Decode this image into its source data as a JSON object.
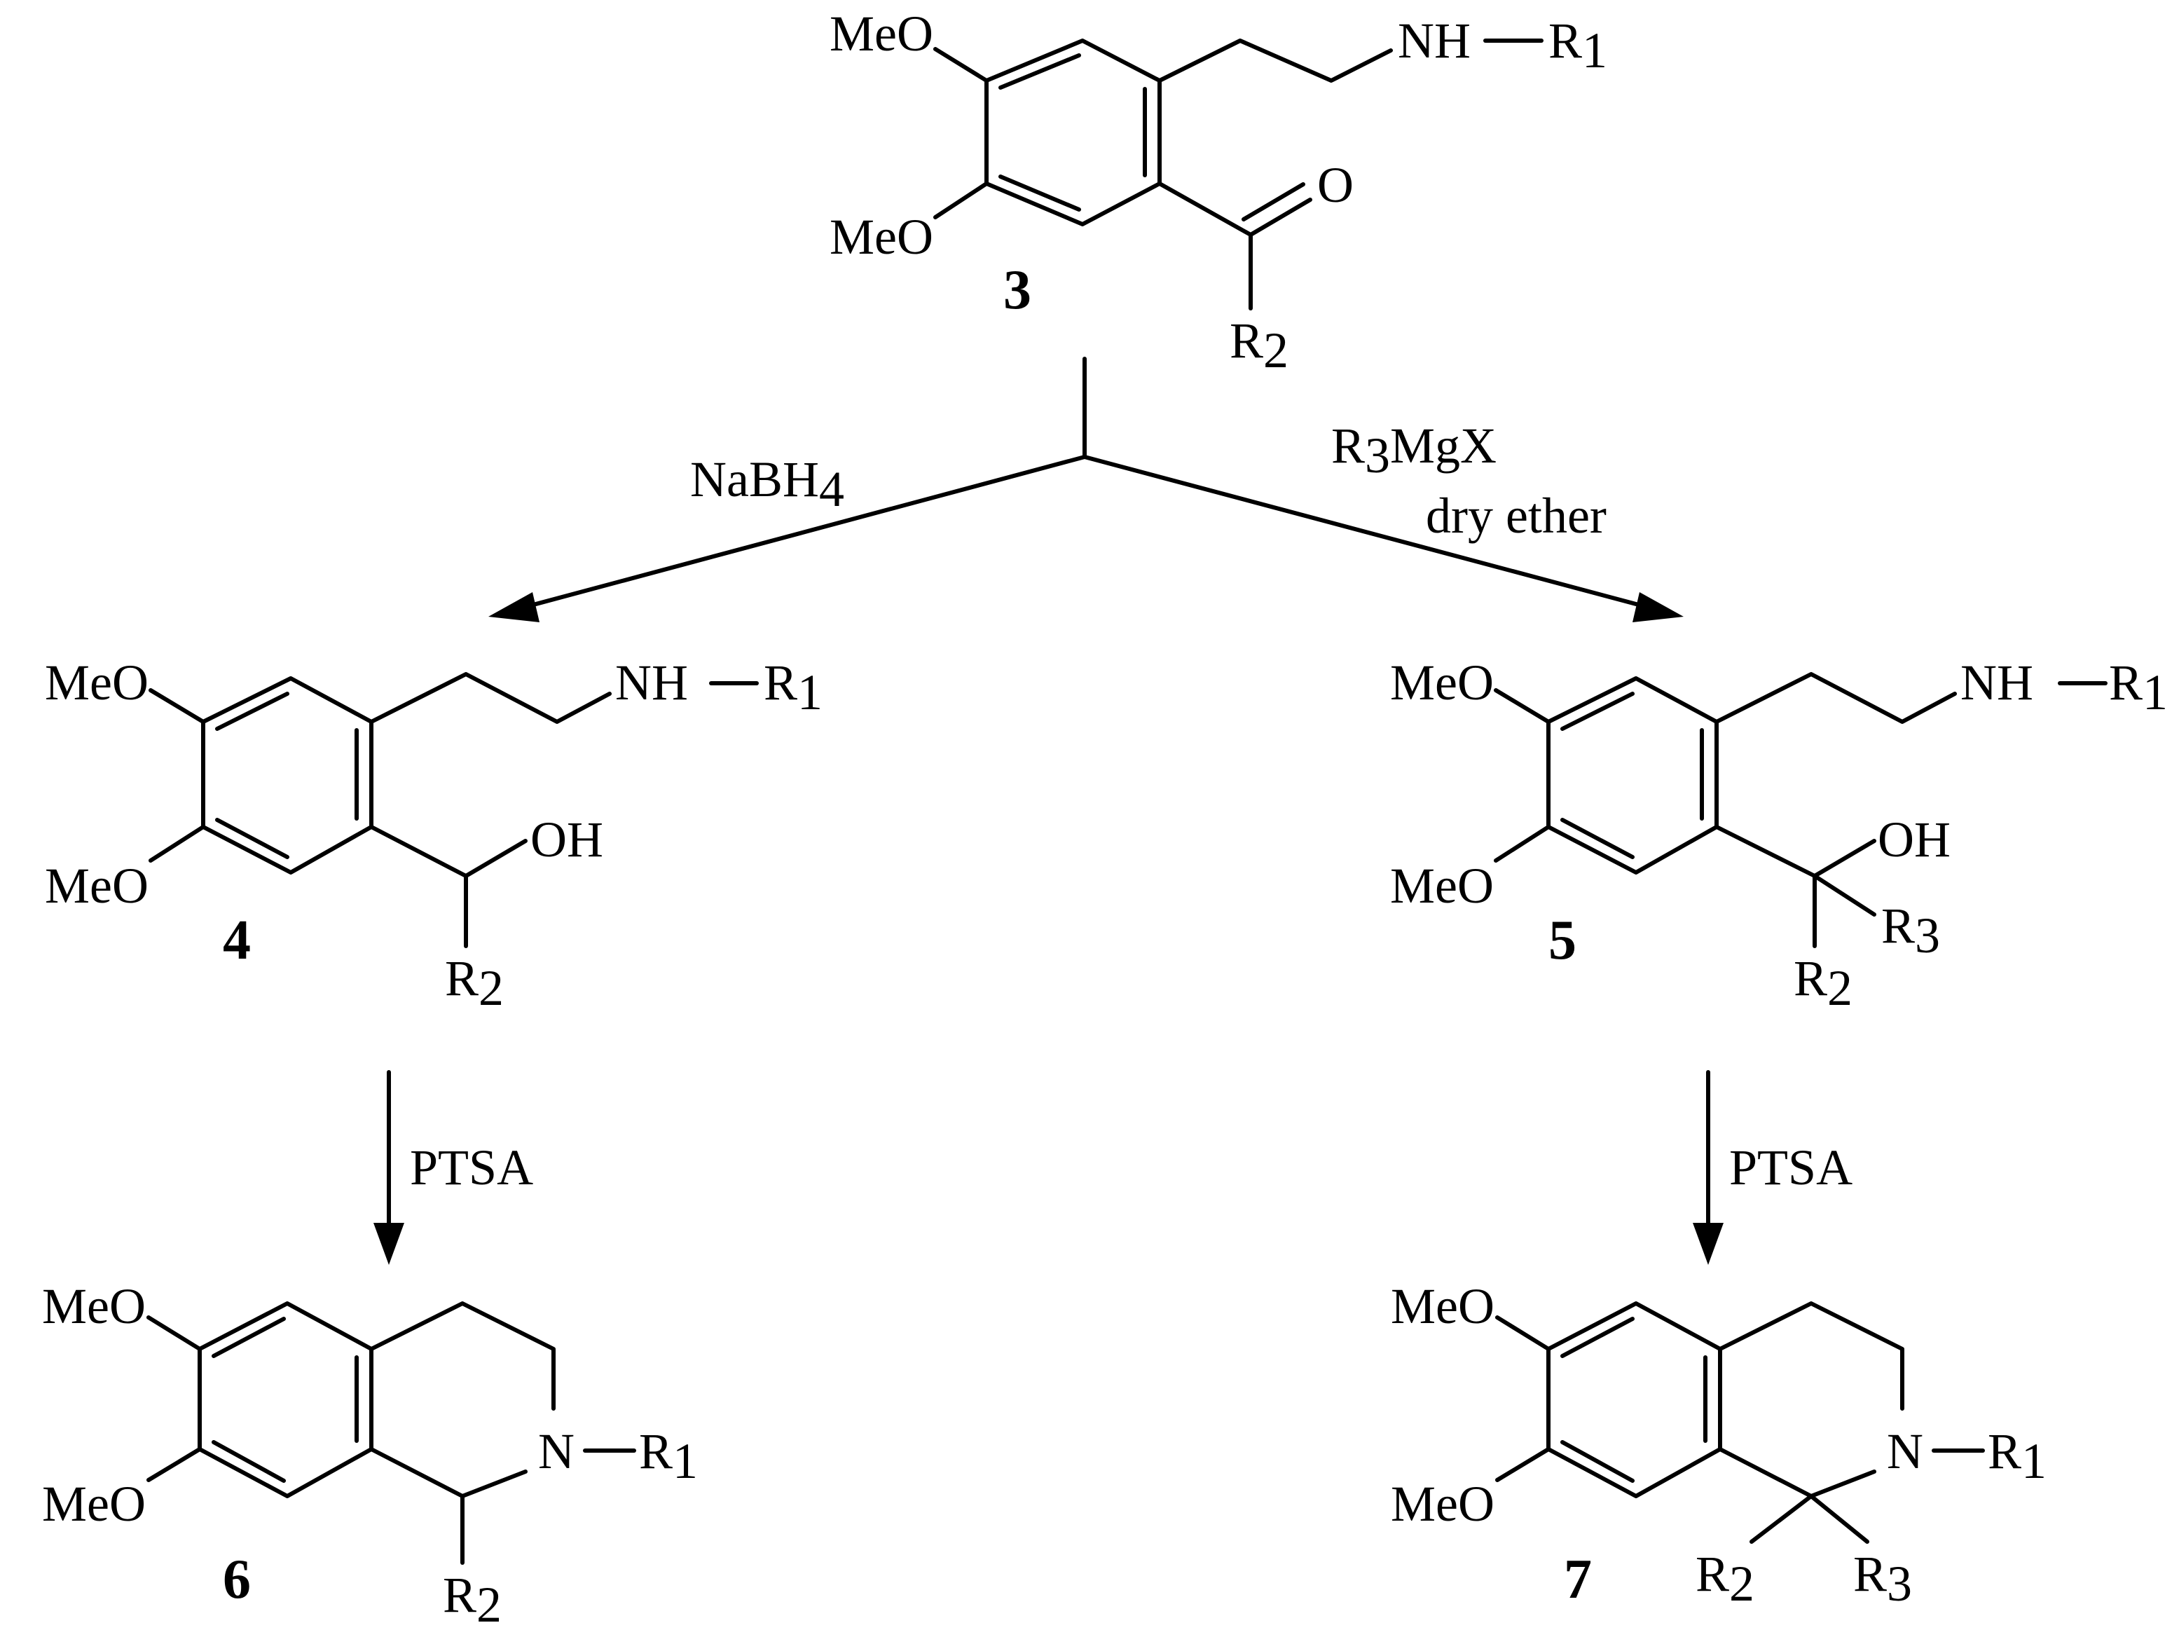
{
  "compounds": {
    "c3": {
      "label": "3",
      "meo_top": "MeO",
      "meo_bottom": "MeO",
      "nh": "NH",
      "r1_base": "R",
      "r1_sub": "1",
      "oxygen": "O",
      "r2_base": "R",
      "r2_sub": "2"
    },
    "c4": {
      "label": "4",
      "meo_top": "MeO",
      "meo_bottom": "MeO",
      "nh": "NH",
      "r1_base": "R",
      "r1_sub": "1",
      "oh": "OH",
      "r2_base": "R",
      "r2_sub": "2"
    },
    "c5": {
      "label": "5",
      "meo_top": "MeO",
      "meo_bottom": "MeO",
      "nh": "NH",
      "r1_base": "R",
      "r1_sub": "1",
      "oh": "OH",
      "r3_base": "R",
      "r3_sub": "3",
      "r2_base": "R",
      "r2_sub": "2"
    },
    "c6": {
      "label": "6",
      "meo_top": "MeO",
      "meo_bottom": "MeO",
      "n": "N",
      "r1_base": "R",
      "r1_sub": "1",
      "r2_base": "R",
      "r2_sub": "2"
    },
    "c7": {
      "label": "7",
      "meo_top": "MeO",
      "meo_bottom": "MeO",
      "n": "N",
      "r1_base": "R",
      "r1_sub": "1",
      "r2_base": "R",
      "r2_sub": "2",
      "r3_base": "R",
      "r3_sub": "3"
    }
  },
  "reagents": {
    "left": {
      "base": "NaBH",
      "sub": "4"
    },
    "right": {
      "prefix": "R",
      "sub": "3",
      "suffix": "MgX",
      "line2": "dry ether"
    },
    "ptsa_left": "PTSA",
    "ptsa_right": "PTSA"
  }
}
